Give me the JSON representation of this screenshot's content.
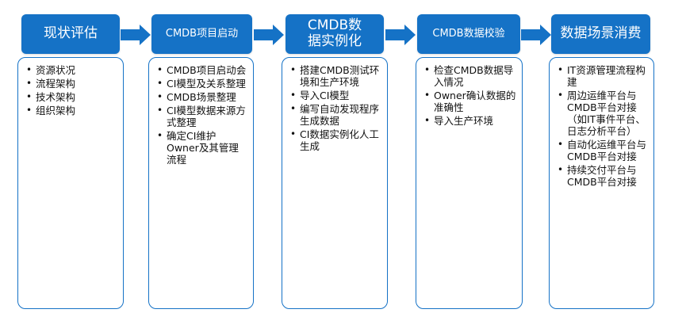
{
  "stages": [
    {
      "title": "现状评估",
      "items": [
        "资源状况",
        "流程架构",
        "技术架构",
        "组织架构"
      ]
    },
    {
      "title": "CMDB项目启动",
      "items": [
        "CMDB项目启动会",
        "CI模型及关系整理",
        "CMDB场景整理",
        "CI模型数据来源方式整理",
        "确定CI维护Owner及其管理流程"
      ]
    },
    {
      "title": "CMDB数据实例化",
      "items": [
        "搭建CMDB测试环境和生产环境",
        "导入CI模型",
        "编写自动发现程序生成数据",
        "CI数据实例化人工生成"
      ]
    },
    {
      "title": "CMDB数据校验",
      "items": [
        "检查CMDB数据导入情况",
        "Owner确认数据的准确性",
        "导入生产环境"
      ]
    },
    {
      "title": "数据场景消费",
      "items": [
        "IT资源管理流程构建",
        "周边运维平台与CMDB平台对接（如IT事件平台、日志分析平台）",
        "自动化运维平台与CMDB平台对接",
        "持续交付平台与CMDB平台对接"
      ]
    }
  ],
  "colors": {
    "accent": "#1572c6"
  },
  "arrow_icon": "right-arrow-icon"
}
